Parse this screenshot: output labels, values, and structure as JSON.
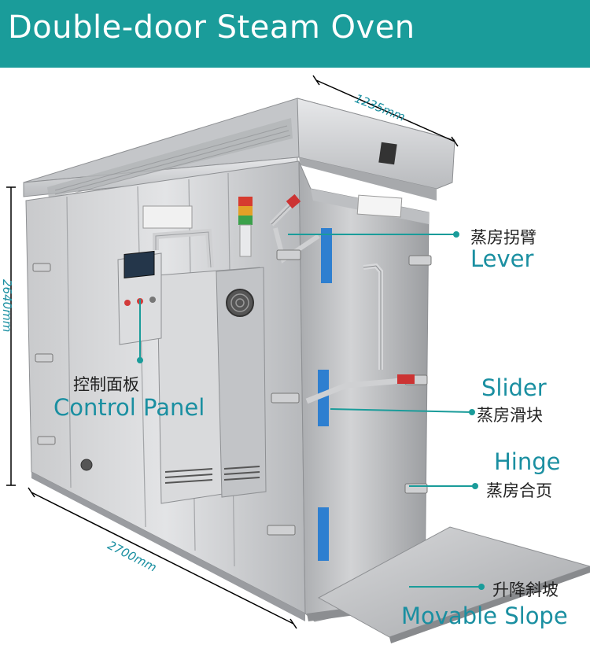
{
  "title": "Double-door Steam Oven",
  "dimensions": {
    "width": "1235mm",
    "height": "2640mm",
    "length": "2700mm"
  },
  "callouts": {
    "lever": {
      "cn": "蒸房拐臂",
      "en": "Lever"
    },
    "control_panel": {
      "cn": "控制面板",
      "en": "Control Panel"
    },
    "slider": {
      "cn": "蒸房滑块",
      "en": "Slider"
    },
    "hinge": {
      "cn": "蒸房合页",
      "en": "Hinge"
    },
    "slope": {
      "cn": "升降斜坡",
      "en": "Movable Slope"
    }
  },
  "colors": {
    "accent": "#1a9c9a",
    "label_blue": "#1a8fa1"
  }
}
